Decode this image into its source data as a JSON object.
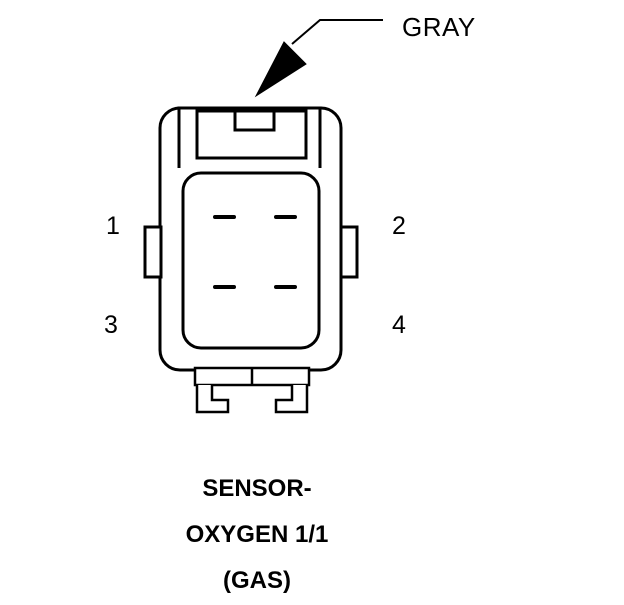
{
  "connector": {
    "wire_color_label": "GRAY",
    "pins": [
      "1",
      "2",
      "3",
      "4"
    ],
    "caption_lines": [
      "SENSOR-",
      "OXYGEN 1/1",
      "(GAS)"
    ]
  },
  "colors": {
    "line": "#000000",
    "background": "#ffffff"
  }
}
